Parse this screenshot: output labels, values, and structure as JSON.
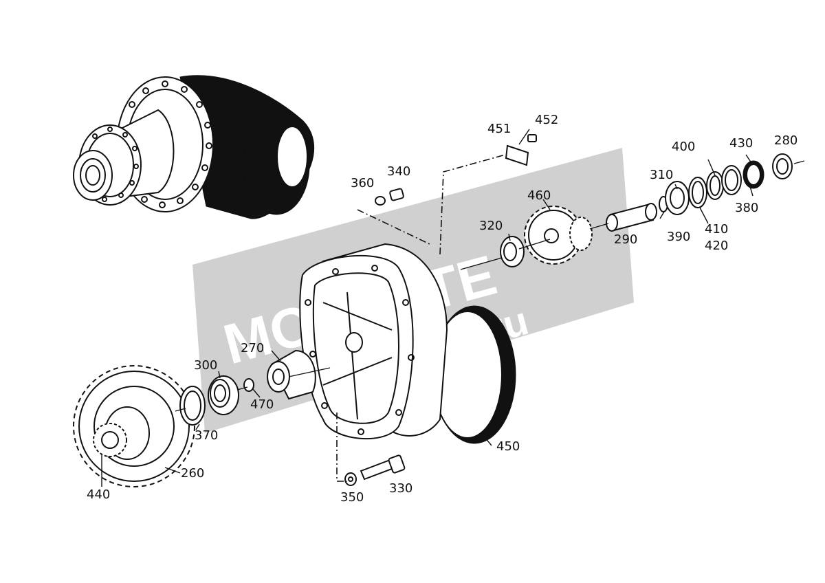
{
  "watermark": {
    "brand": "MOVENTE",
    "site": "movente.ru",
    "color": "#c8c8c8"
  },
  "part_labels": [
    {
      "id": "260",
      "text": "260"
    },
    {
      "id": "270",
      "text": "270"
    },
    {
      "id": "280",
      "text": "280"
    },
    {
      "id": "290",
      "text": "290"
    },
    {
      "id": "300",
      "text": "300"
    },
    {
      "id": "310",
      "text": "310"
    },
    {
      "id": "320",
      "text": "320"
    },
    {
      "id": "330",
      "text": "330"
    },
    {
      "id": "340",
      "text": "340"
    },
    {
      "id": "350",
      "text": "350"
    },
    {
      "id": "360",
      "text": "360"
    },
    {
      "id": "370",
      "text": "370"
    },
    {
      "id": "380",
      "text": "380"
    },
    {
      "id": "390",
      "text": "390"
    },
    {
      "id": "400",
      "text": "400"
    },
    {
      "id": "410",
      "text": "410"
    },
    {
      "id": "420",
      "text": "420"
    },
    {
      "id": "430",
      "text": "430"
    },
    {
      "id": "440",
      "text": "440"
    },
    {
      "id": "450",
      "text": "450"
    },
    {
      "id": "451",
      "text": "451"
    },
    {
      "id": "452",
      "text": "452"
    },
    {
      "id": "460",
      "text": "460"
    },
    {
      "id": "470",
      "text": "470"
    }
  ]
}
